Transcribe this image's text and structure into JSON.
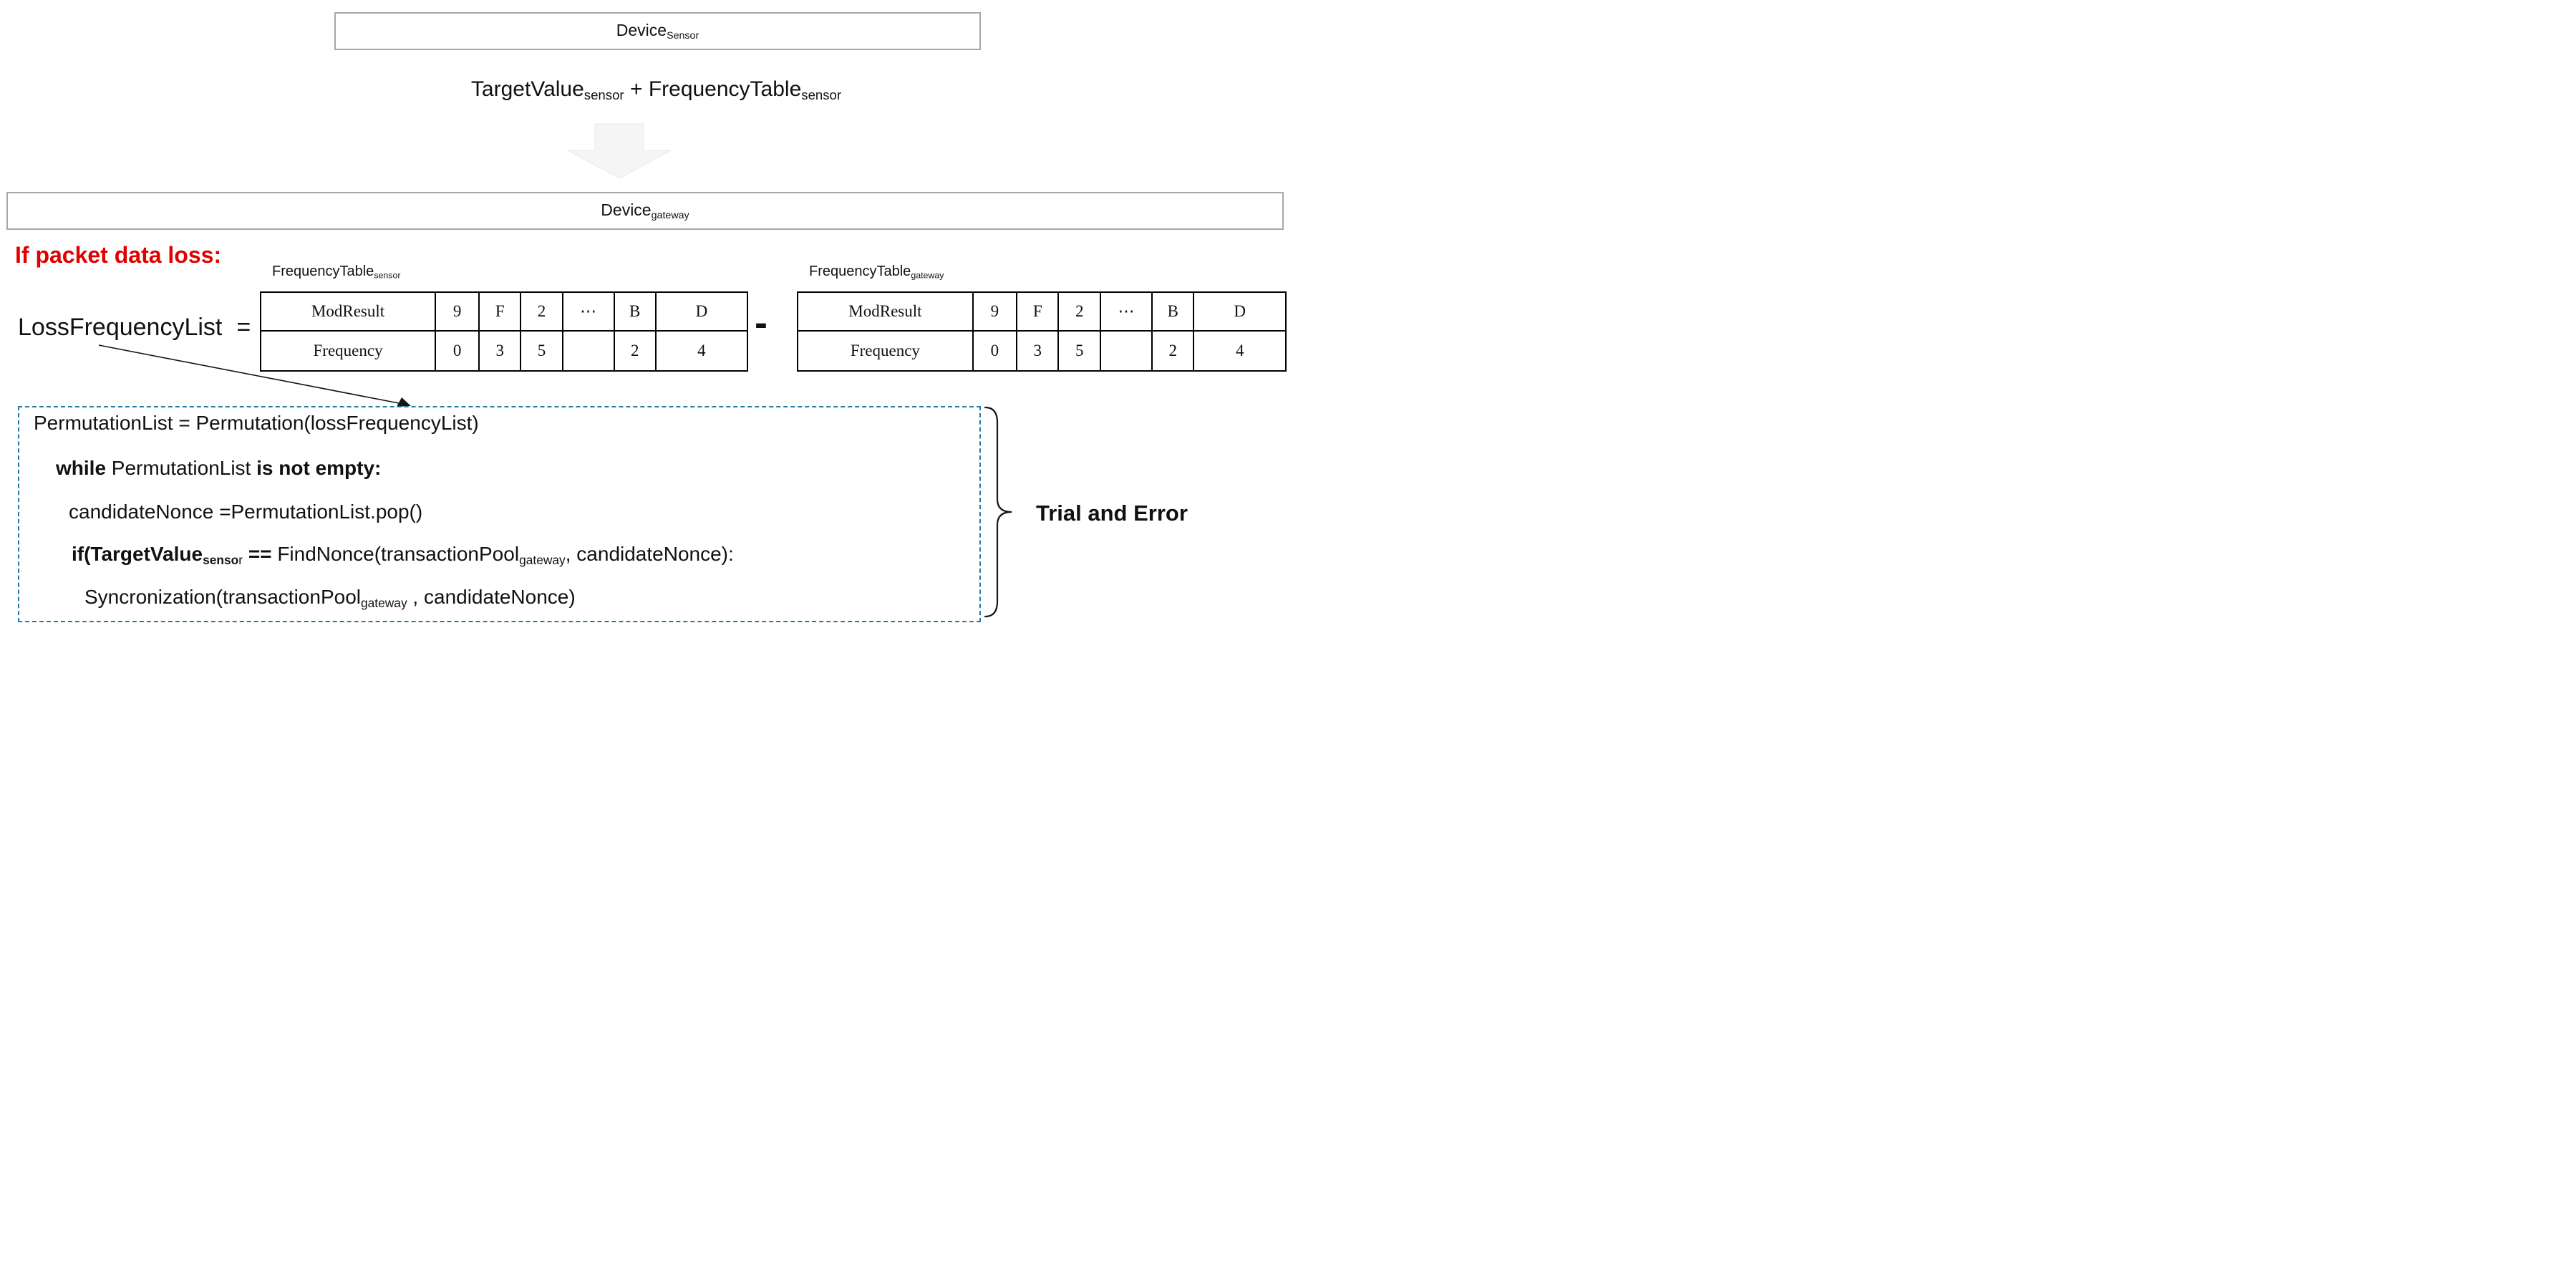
{
  "colors": {
    "red": "#e00000",
    "dash_blue": "#2878a8",
    "box_border": "#a8a8a8",
    "arrow_fill": "#f5f5f5",
    "text": "#111111"
  },
  "sensor_box": {
    "name": "Device",
    "sub": "Sensor"
  },
  "transfer": {
    "a": "TargetValue",
    "a_sub": "sensor",
    "plus": " + ",
    "b": "FrequencyTable",
    "b_sub": "sensor"
  },
  "gateway_box": {
    "name": "Device",
    "sub": "gateway"
  },
  "packet_loss_heading": "If packet data loss:",
  "loss_assignment": {
    "label": "LossFrequencyList",
    "equals": "="
  },
  "minus_sign": "-",
  "freq_table_sensor": {
    "title": "FrequencyTable",
    "title_sub": "sensor",
    "header_row": [
      "ModResult",
      "9",
      "F",
      "2",
      "⋯",
      "B",
      "D"
    ],
    "value_row": [
      "Frequency",
      "0",
      "3",
      "5",
      "",
      "2",
      "4"
    ]
  },
  "freq_table_gateway": {
    "title": "FrequencyTable",
    "title_sub": "gateway",
    "header_row": [
      "ModResult",
      "9",
      "F",
      "2",
      "⋯",
      "B",
      "D"
    ],
    "value_row": [
      "Frequency",
      "0",
      "3",
      "5",
      "",
      "2",
      "4"
    ]
  },
  "pseudocode": {
    "l1": "PermutationList = Permutation(lossFrequencyList)",
    "l2_kw": "while",
    "l2_mid": " PermutationList ",
    "l2_tail": "is not empty:",
    "l3": "candidateNonce =PermutationList.pop()",
    "l4_kw": "if(TargetValue",
    "l4_kw_sub": "senso",
    "l4_sub_tail": "r",
    "l4_eq": " == ",
    "l4_body": "FindNonce(transactionPool",
    "l4_body_sub": "gateway",
    "l4_tail": ", candidateNonce):",
    "l5_a": "Syncronization(transactionPool",
    "l5_sub": "gateway",
    "l5_b": " , candidateNonce)"
  },
  "trial_label": "Trial and Error"
}
